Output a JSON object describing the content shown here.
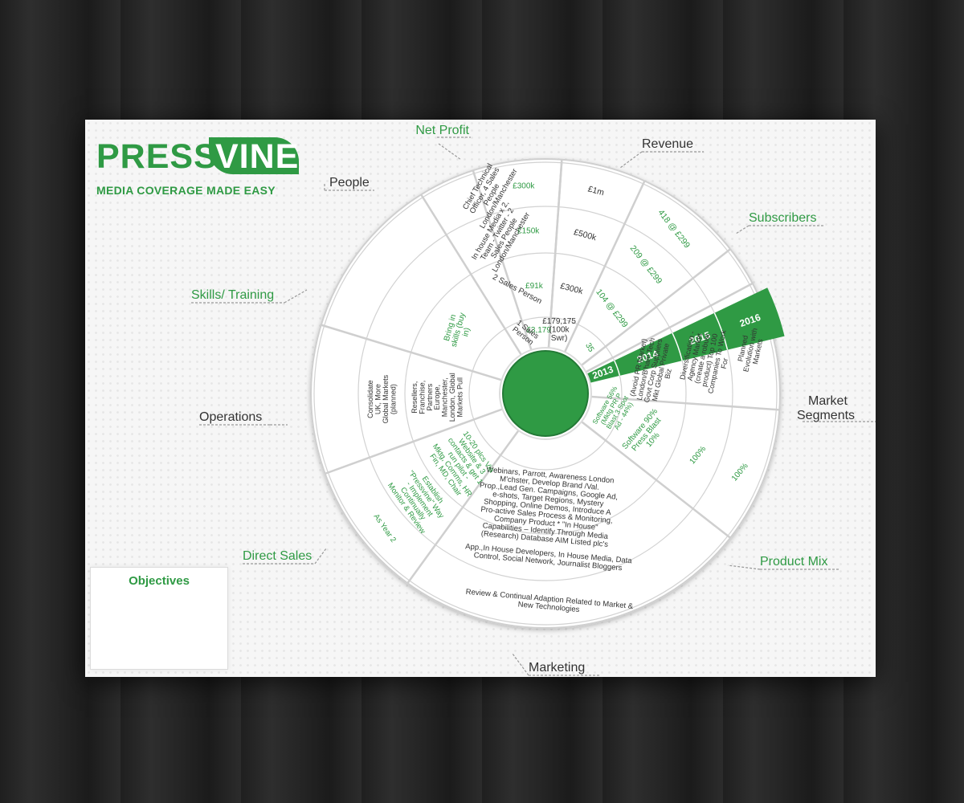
{
  "logo": {
    "press": "PRESS",
    "vine": "VINE",
    "tagline": "MEDIA COVERAGE MADE EASY"
  },
  "objectives": {
    "title": "Objectives"
  },
  "colors": {
    "green": "#2f9a44",
    "text": "#333333",
    "ring": "#d2d2d2"
  },
  "categories": {
    "net_profit": "Net Profit",
    "revenue": "Revenue",
    "subscribers": "Subscribers",
    "market_segments_1": "Market",
    "market_segments_2": "Segments",
    "product_mix": "Product Mix",
    "marketing": "Marketing",
    "direct_sales": "Direct Sales",
    "operations": "Operations",
    "skills_training": "Skills/ Training",
    "people": "People"
  },
  "years": [
    "2013",
    "2014",
    "2015",
    "2016"
  ],
  "cells": {
    "net_profit": [
      "£3,179",
      "£91k",
      "£150k",
      "£300k"
    ],
    "revenue": [
      "£179,175 (100k Swr)",
      "£300k",
      "£500k",
      "£1m"
    ],
    "subscribers": [
      "35",
      "104 @ £299",
      "209 @ £299",
      "418 @ £299"
    ],
    "market_segments": [
      "",
      "(Avoid PR Market) London/B'ham Tech Govt Corp Suppliers Mkt Global Private Biz",
      "Diversification - Agency Market (create a robust product) Top 100 Companies To Work For",
      "Planned Evolution with Markets"
    ],
    "product_mix": [
      "Software 56% (Mktg PR P Blast 3 Spot Ad - 44%)",
      "Software 90% Press Blast 10%",
      "100%",
      "100%"
    ],
    "marketing": [
      "",
      "Webinars, Parrott, Awareness London M'chster, Develop Brand /Val. Prop.,Lead Gen. Campaigns, Google Ad, e-shots, Target Regions, Mystery Shopping, Online Demos, Introduce A Pro-active Sales Process & Monitoring, Company Product * \"In House\" Capabilities – Identify Through Media (Research) Database AIM Listed plc's",
      "App.,In House Developers, In House Media, Data Control, Social Network, Journalist Bloggers",
      "Review & Continual Adaption Related to Market & New Technologies"
    ],
    "direct_sales": [
      "",
      "10-20 plcs Via Website & 3 contacts & get 1 run pilot - Mktg, Comms, HR Fin, MD, Chair",
      "Establish \"Pressvine\" Way - Implement Continually Monitor & Review",
      "As Year 2"
    ],
    "operations": [
      "",
      "Resellers, Franchise, Partners Europe, Manchester, London, Global Markets Pull",
      "Consolidate UK, More Global Markets (planned)",
      ""
    ],
    "skills_training": [
      "",
      "Bring in skills (buy in)",
      "",
      ""
    ],
    "people": [
      "1 Sales Person",
      "2 Sales Person",
      "In house Media x 2, Team - Twitter - 2 Sales People London/Manchester",
      "Chief Technical Officer, 4 Sales People London/Manchester"
    ]
  }
}
